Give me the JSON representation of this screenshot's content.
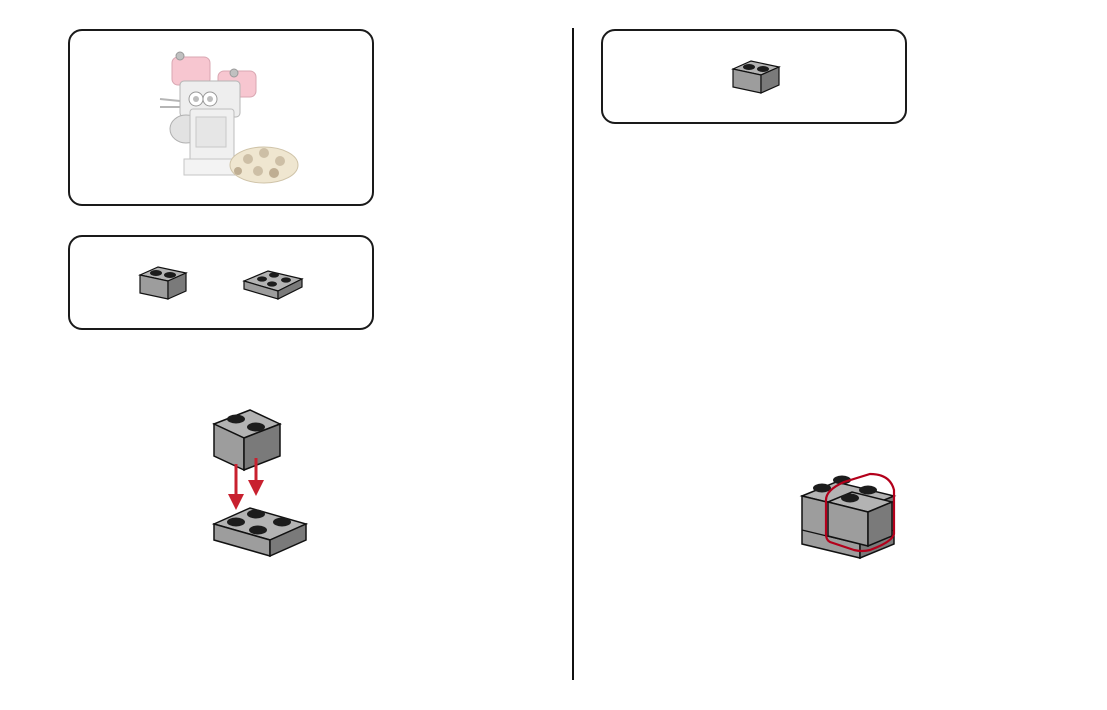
{
  "colors": {
    "parts_panel_bg": "#b5d8f2",
    "panel_border": "#1a1a1a",
    "brick_gray": "#9d9d9d",
    "brick_dark": "#6e6e6e",
    "stud_black": "#1c1c1c",
    "arrow_red": "#c8202f",
    "highlight_red": "#b3001b",
    "mouse_ear_pink": "#f7c6d0",
    "cheese_beige": "#efe6d0"
  },
  "left_page": {
    "model_preview": {
      "icon": "mouse-cheese-model-icon"
    },
    "parts_list": [
      {
        "icon": "brick-1x2-gray-icon",
        "quantity": 1
      },
      {
        "icon": "plate-2x2-gray-icon",
        "quantity": 1
      }
    ],
    "step_assembly": {
      "icon": "brick-on-plate-assembly-icon",
      "arrows": 2
    }
  },
  "right_page": {
    "parts_list": [
      {
        "icon": "brick-1x2-gray-icon",
        "quantity": 1
      }
    ],
    "step_result": {
      "icon": "stacked-bricks-result-icon",
      "highlight": "new-brick-outline"
    }
  }
}
